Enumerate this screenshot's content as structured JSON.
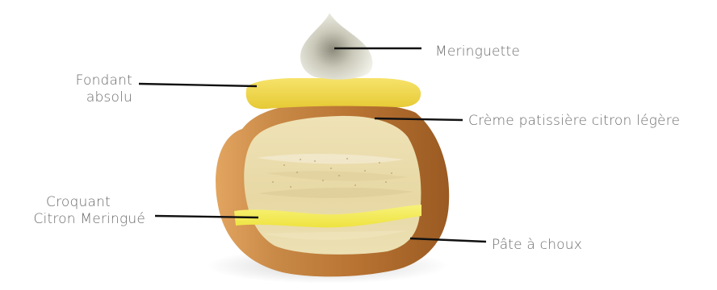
{
  "labels": {
    "meringuette": "Meringuette",
    "fondant_line1": "Fondant",
    "fondant_line2": "absolu",
    "creme": "Crème patissière citron légère",
    "croquant_line1": "Croquant",
    "croquant_line2": "Citron Meringué",
    "pate": "Pâte à choux"
  },
  "colors": {
    "label_text": "#6b6b6b",
    "leader_line": "#111111",
    "meringue": "#d9d8c8",
    "fondant": "#f1d94a",
    "choux_shell": "#b87332",
    "creme": "#eadcae",
    "croquant": "#f3ec50"
  }
}
